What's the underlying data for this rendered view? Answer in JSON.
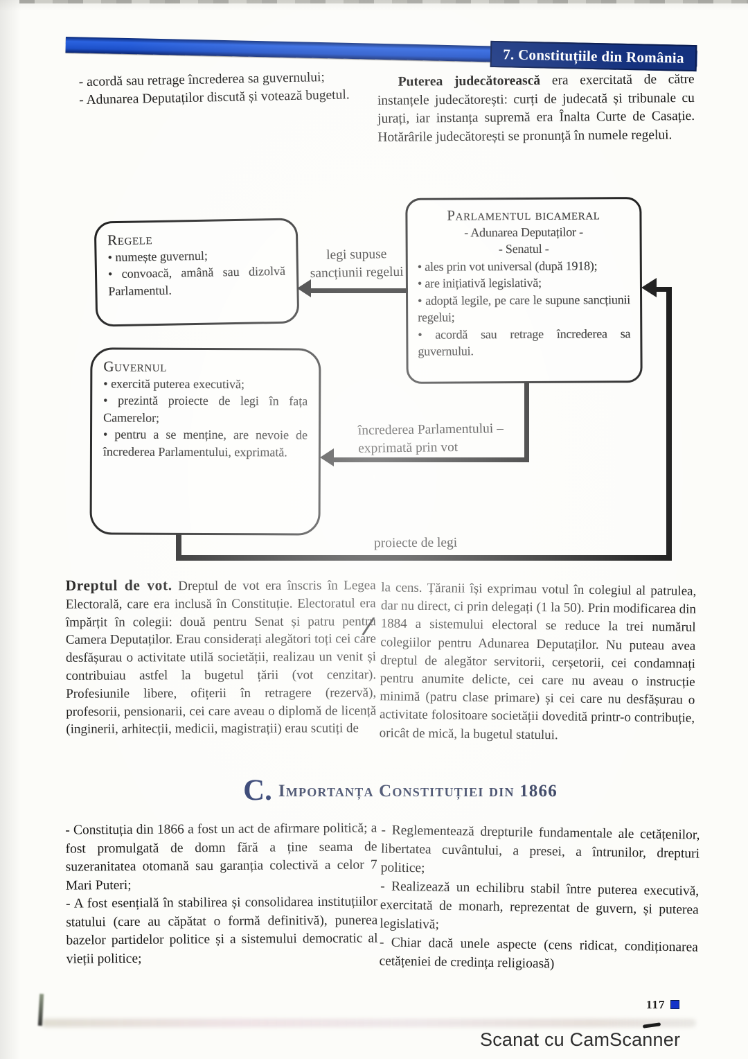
{
  "header": {
    "chapter_title": "7. Constituțiile din România"
  },
  "intro": {
    "left_items": [
      "- acordă sau retrage încrederea sa guvernului;",
      "- Adunarea Deputaților discută și votează bugetul."
    ],
    "right_lead": "Puterea judecătorească",
    "right_rest": " era exercitată de către instanțele judecătorești: curți de judecată și tribunale cu jurați, iar instanța supremă era Înalta Curte de Casație. Hotărârile judecătorești se pronunță în numele regelui."
  },
  "diagram": {
    "regele": {
      "title": "Regele",
      "items": [
        "• numește guvernul;",
        "• convoacă, amână sau dizolvă Parlamentul."
      ]
    },
    "guvernul": {
      "title": "Guvernul",
      "items": [
        "• exercită puterea executivă;",
        "• prezintă proiecte de legi în fața Camerelor;",
        "• pentru a se menține, are nevoie de încrederea Parlamentului, exprimată."
      ]
    },
    "parlamentul": {
      "title": "Parlamentul bicameral",
      "subtitle1": "- Adunarea Deputaților -",
      "subtitle2": "- Senatul -",
      "items": [
        "• ales prin vot universal (după 1918);",
        "• are inițiativă legislativă;",
        "• adoptă legile, pe care le supune sancțiunii regelui;",
        "• acordă sau retrage încrederea sa guvernului."
      ]
    },
    "labels": {
      "legi_line1": "legi supuse",
      "legi_line2": "sancțiunii regelui",
      "incredere_line1": "încrederea Parlamentului –",
      "incredere_line2": "exprimată prin vot",
      "proiecte": "proiecte de legi"
    }
  },
  "vote": {
    "lead": "Dreptul de vot.",
    "left_rest": " Dreptul de vot era înscris în Legea Electorală, care era inclusă în Constituție. Electoratul era împărțit în colegii: două pentru Senat și patru pentru Camera Deputaților. Erau considerați alegători toți cei care desfășurau o activitate utilă societății, realizau un venit și contribuiau astfel la bugetul țării (vot cenzitar). Profesiunile libere, ofițerii în retragere (rezervă), profesorii, pensionarii, cei care aveau o diplomă de licență (inginerii, arhitecții, medicii, magistrații) erau scutiți de",
    "right_text": "la cens. Țăranii își exprimau votul în colegiul al patrulea, dar nu direct, ci prin delegați (1 la 50). Prin modificarea din 1884 a sistemului electoral se reduce la trei numărul colegiilor pentru Adunarea Deputaților. Nu puteau avea dreptul de alegător servitorii, cerșetorii, cei condamnați pentru anumite delicte, cei care nu aveau o instrucție minimă (patru clase primare) și cei care nu desfășurau o activitate folositoare societății dovedită printr-o contribuție, oricât de mică, la bugetul statului."
  },
  "section_c": {
    "prefix": "C.",
    "title": "Importanța Constituției din 1866"
  },
  "importance": {
    "left_items": [
      "- Constituția din 1866 a fost un act de afirmare politică; a fost promulgată de domn fără a ține seama de suzeranitatea otomană sau garanția colectivă a celor 7 Mari Puteri;",
      "- A fost esențială în stabilirea și consolidarea instituțiilor statului (care au căpătat o formă definitivă), punerea bazelor partidelor politice și a sistemului democratic al vieții politice;"
    ],
    "right_items": [
      "- Reglementează drepturile fundamentale ale cetățenilor, libertatea cuvântului, a presei, a întrunilor, drepturi politice;",
      "- Realizează un echilibru stabil între puterea executivă, exercitată de monarh, reprezentat de guvern, și puterea legislativă;",
      "- Chiar dacă unele aspecte (cens ridicat, condiționarea cetățeniei de credința religioasă)"
    ]
  },
  "annotations": {
    "margin_slash": "/"
  },
  "footer": {
    "page_number": "117",
    "watermark": "Scanat cu CamScanner"
  },
  "colors": {
    "header_bar_blue": "#1d52cc",
    "header_box_navy": "#14317e",
    "section_heading_navy": "#232f55",
    "page_marker_blue": "#1433c8"
  }
}
